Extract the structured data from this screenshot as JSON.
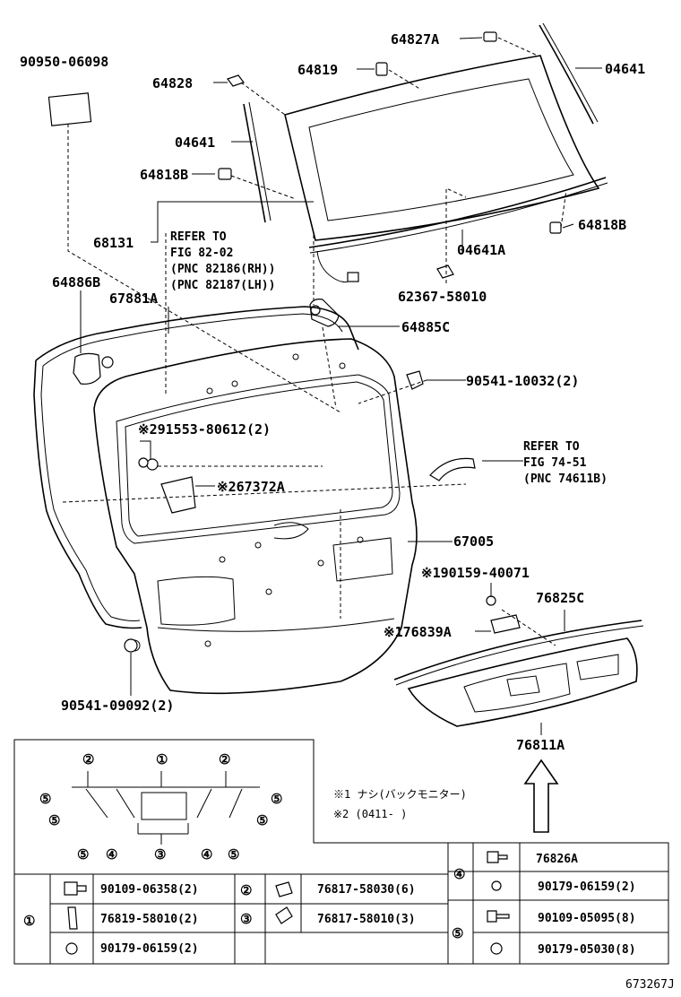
{
  "labels": {
    "p90950_06098": "90950-06098",
    "p64828": "64828",
    "p64819": "64819",
    "p64827A": "64827A",
    "p04641_top": "04641",
    "p04641_left": "04641",
    "p64818B_left": "64818B",
    "p64818B_right": "64818B",
    "p04641A": "04641A",
    "p68131": "68131",
    "ref1_line1": "REFER TO",
    "ref1_line2": "FIG 82-02",
    "ref1_line3": "(PNC 82186(RH))",
    "ref1_line4": "(PNC 82187(LH))",
    "p62367_58010": "62367-58010",
    "p64886B": "64886B",
    "p67881A": "67881A",
    "p64885C": "64885C",
    "p90541_10032": "90541-10032(2)",
    "p91553_80612": "※291553-80612(2)",
    "ref2_line1": "REFER TO",
    "ref2_line2": "FIG 74-51",
    "ref2_line3": "(PNC 74611B)",
    "p67372A": "※267372A",
    "p67005": "67005",
    "p90159_40071": "※190159-40071",
    "p76825C": "76825C",
    "p76839A": "※176839A",
    "p90541_09092": "90541-09092(2)",
    "p76811A": "76811A",
    "footer_code": "673267J"
  },
  "notes": {
    "note1": "※1 ナシ(バックモニター)",
    "note2": "※2 (0411-      )"
  },
  "inset": {
    "callouts": [
      "①",
      "②",
      "③",
      "④",
      "⑤"
    ]
  },
  "table": {
    "header_76826A": "76826A",
    "rows": [
      {
        "mark": "①",
        "part": "90109-06358(2)"
      },
      {
        "mark": "①",
        "part": "76819-58010(2)"
      },
      {
        "mark": "①",
        "part": "90179-06159(2)"
      },
      {
        "mark": "②",
        "part": "76817-58030(6)"
      },
      {
        "mark": "③",
        "part": "76817-58010(3)"
      },
      {
        "mark": "④",
        "part": "90179-06159(2)"
      },
      {
        "mark": "⑤",
        "part": "90109-05095(8)"
      },
      {
        "mark": "⑤",
        "part": "90179-05030(8)"
      }
    ]
  }
}
